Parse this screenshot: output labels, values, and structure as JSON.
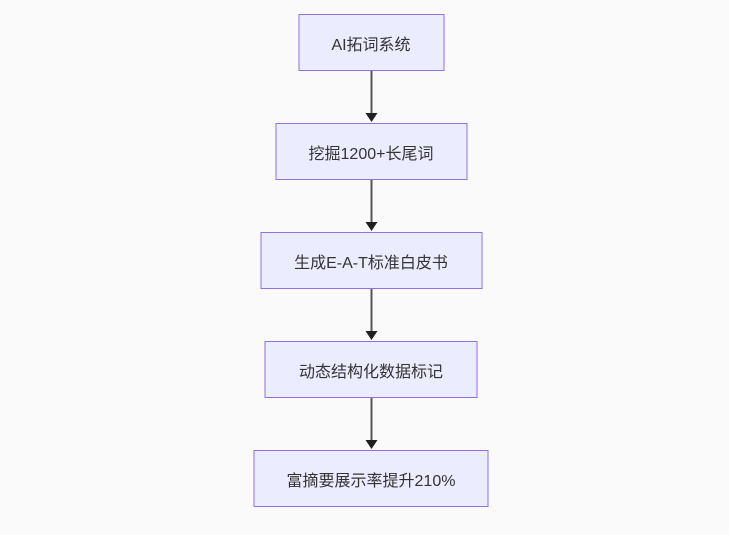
{
  "diagram": {
    "kind": "flowchart-top-down",
    "colors": {
      "background": "#fafafa",
      "node_fill": "#ECECFF",
      "node_border": "#9370DB",
      "arrow_line": "#555555",
      "arrow_head": "#1f1f1f",
      "node_text": "#333333"
    },
    "nodes": [
      {
        "label": "AI拓词系统"
      },
      {
        "label": "挖掘1200+长尾词"
      },
      {
        "label": "生成E-A-T标准白皮书"
      },
      {
        "label": "动态结构化数据标记"
      },
      {
        "label": "富摘要展示率提升210%"
      }
    ],
    "edges": [
      {
        "from": "AI拓词系统",
        "to": "挖掘1200+长尾词"
      },
      {
        "from": "挖掘1200+长尾词",
        "to": "生成E-A-T标准白皮书"
      },
      {
        "from": "生成E-A-T标准白皮书",
        "to": "动态结构化数据标记"
      },
      {
        "from": "动态结构化数据标记",
        "to": "富摘要展示率提升210%"
      }
    ]
  }
}
